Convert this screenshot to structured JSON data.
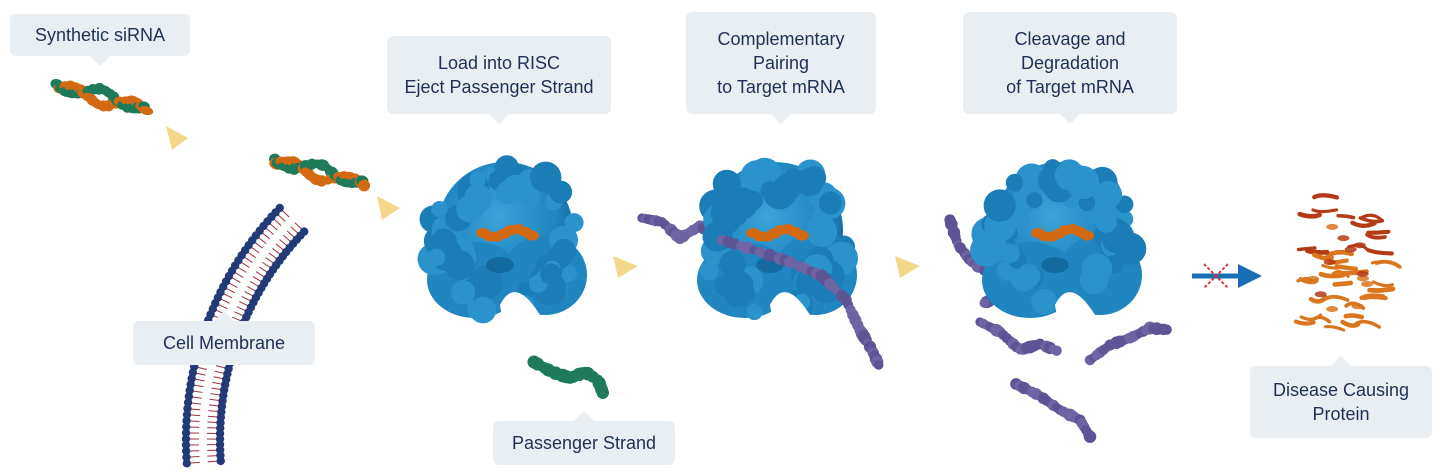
{
  "labels": {
    "synthetic_sirna": [
      "Synthetic siRNA"
    ],
    "cell_membrane": [
      "Cell Membrane"
    ],
    "load_risc": [
      "Load into RISC",
      "Eject Passenger Strand"
    ],
    "pairing": [
      "Complementary",
      "Pairing",
      "to Target mRNA"
    ],
    "cleavage": [
      "Cleavage and",
      "Degradation",
      "of Target mRNA"
    ],
    "passenger_strand": [
      "Passenger Strand"
    ],
    "disease_protein": [
      "Disease Causing",
      "Protein"
    ]
  },
  "colors": {
    "callout_bg": "#e9eef2",
    "text": "#1f2f55",
    "risc_protein": "#1f86c0",
    "sirna_green": "#1f7a5a",
    "sirna_orange": "#d36a12",
    "mrna_purple": "#6e64a4",
    "membrane_head": "#233a78",
    "membrane_tail": "#a0303c",
    "step_arrow": "#f3d88c",
    "blocked_arrow": "#1a6fb4",
    "blocked_x": "#d63a3a",
    "protein_red": "#b53a16",
    "protein_orange": "#d9761e"
  },
  "icons": [
    "synthetic-sirna-icon",
    "cell-membrane-icon",
    "risc-complex-icon",
    "passenger-strand-icon",
    "target-mrna-icon",
    "blocked-translation-icon",
    "disease-protein-icon",
    "step-arrow-icon"
  ]
}
